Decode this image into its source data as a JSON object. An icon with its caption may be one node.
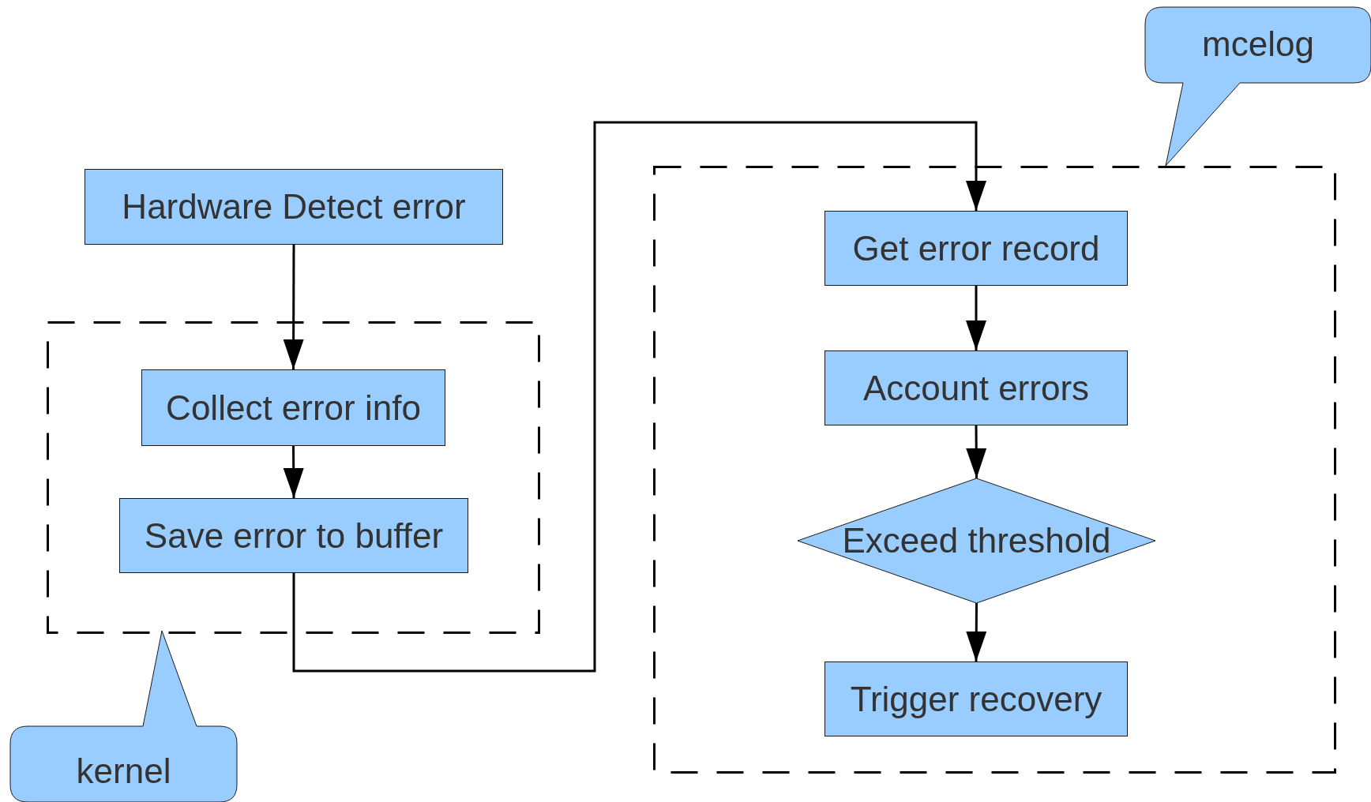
{
  "diagram": {
    "nodes": [
      {
        "text": [
          "Hardware Detect error"
        ]
      },
      {
        "text": [],
        "shape": "box"
      },
      {
        "text": [
          "Collect error info"
        ],
        "in": 1
      },
      {
        "text": [
          "Save error to buffer"
        ],
        "in": 1
      },
      {
        "text": [
          "kernel"
        ]
      },
      {
        "text": [
          "mcelog"
        ]
      },
      {
        "text": [],
        "shape": "box"
      },
      {
        "text": [
          "Get error record"
        ],
        "in": 6
      },
      {
        "text": [
          "Account errors"
        ],
        "in": 6
      },
      {
        "text": [
          "Exceed threshold"
        ],
        "in": 6
      },
      {
        "text": [
          "Trigger recovery"
        ],
        "in": 6
      }
    ],
    "edges": [
      {
        "from": 0,
        "to": 2,
        "arrow": "to"
      },
      {
        "from": 2,
        "to": 3,
        "arrow": "to"
      },
      {
        "from": 3,
        "to": 7,
        "arrow": "to"
      },
      {
        "from": 7,
        "to": 8,
        "arrow": "to"
      },
      {
        "from": 8,
        "to": 9,
        "arrow": "to"
      },
      {
        "from": 9,
        "to": 10,
        "arrow": "to"
      }
    ]
  }
}
